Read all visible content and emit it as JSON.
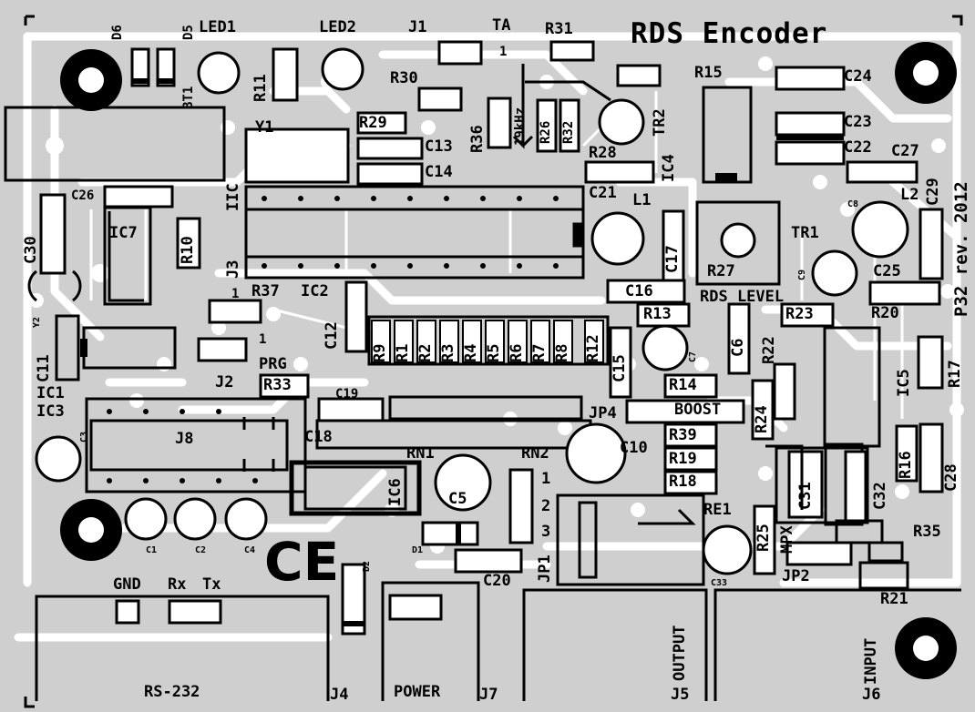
{
  "board": {
    "title": "RDS  Encoder",
    "revision": "P32  rev. 2012",
    "ce_mark": "CE",
    "colors": {
      "board": "#cfcfcf",
      "trace": "#ffffff",
      "silk": "#000000"
    }
  },
  "labels": {
    "d6": "D6",
    "d5": "D5",
    "led1": "LED1",
    "led2": "LED2",
    "j1": "J1",
    "ta": "TA",
    "ta_pin1": "1",
    "r31": "R31",
    "r11": "R11",
    "bt1": "BT1",
    "r30": "R30",
    "r15": "R15",
    "c24": "C24",
    "r36": "R36",
    "freq_19khz": "19kHz",
    "r26": "R26",
    "r32": "R32",
    "tr2": "TR2",
    "r29": "R29",
    "y1": "Y1",
    "c13": "C13",
    "c14": "C14",
    "r28": "R28",
    "ic4": "IC4",
    "c23": "C23",
    "c22": "C22",
    "c27": "C27",
    "c29": "C29",
    "c8": "C8",
    "c26": "C26",
    "iic": "IIC",
    "c21": "C21",
    "l1": "L1",
    "l2": "L2",
    "c30": "C30",
    "ic7": "IC7",
    "r10": "R10",
    "j3": "J3",
    "c17": "C17",
    "tr1": "TR1",
    "r27": "R27",
    "c9": "C9",
    "c25": "C25",
    "ic2": "IC2",
    "r37": "R37",
    "r37_pin1": "1",
    "c16": "C16",
    "rds_level": "RDS LEVEL",
    "y2": "Y2",
    "c12": "C12",
    "r9": "R9",
    "r1": "R1",
    "r2": "R2",
    "r3": "R3",
    "r4": "R4",
    "r5": "R5",
    "r6": "R6",
    "r7": "R7",
    "r8": "R8",
    "r12": "R12",
    "r13": "R13",
    "r23": "R23",
    "r20": "R20",
    "c11": "C11",
    "j2_pin1": "1",
    "c6": "C6",
    "r22": "R22",
    "c7": "C7",
    "c15": "C15",
    "r17": "R17",
    "ic1": "IC1",
    "j2": "J2",
    "prg": "PRG",
    "r33": "R33",
    "r14": "R14",
    "ic5": "IC5",
    "c19": "C19",
    "ic3": "IC3",
    "boost": "BOOST",
    "jp4": "JP4",
    "r24": "R24",
    "c3": "C3",
    "j8": "J8",
    "c18": "C18",
    "r39": "R39",
    "rn1": "RN1",
    "rn2": "RN2",
    "c10": "C10",
    "r19": "R19",
    "r16": "R16",
    "c28": "C28",
    "ic6": "IC6",
    "r18": "R18",
    "c31": "C31",
    "c32": "C32",
    "c5": "C5",
    "jp1_pin1": "1",
    "jp1_pin2": "2",
    "jp1_pin3": "3",
    "re1": "RE1",
    "r25": "R25",
    "mpx": "MPX",
    "r35": "R35",
    "c1": "C1",
    "c2": "C2",
    "c4": "C4",
    "d1": "D1",
    "d2": "D2",
    "jp1": "JP1",
    "c33": "C33",
    "jp2": "JP2",
    "c20": "C20",
    "gnd": "GND",
    "rx": "Rx",
    "tx": "Tx",
    "r21": "R21",
    "output": "OUTPUT",
    "input": "INPUT",
    "rs232": "RS-232",
    "j4": "J4",
    "power": "POWER",
    "j7": "J7",
    "j5": "J5",
    "j6": "J6"
  }
}
